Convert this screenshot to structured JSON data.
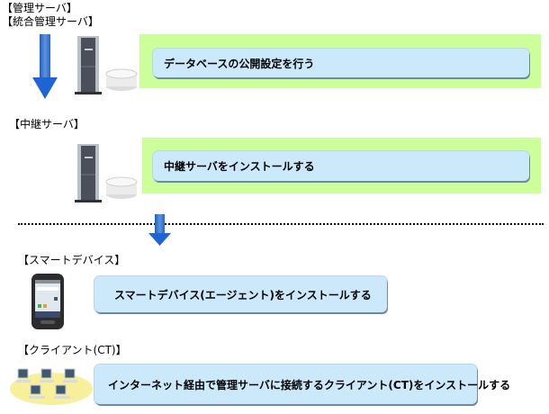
{
  "sections": [
    {
      "id": "management-server",
      "labels": [
        "【管理サーバ】",
        "【統合管理サーバ】"
      ],
      "icon": "server-with-database-icon",
      "step": "データベースの公開設定を行う"
    },
    {
      "id": "relay-server",
      "labels": [
        "【中継サーバ】"
      ],
      "icon": "server-with-database-icon",
      "step": "中継サーバをインストールする"
    },
    {
      "id": "smart-device",
      "labels": [
        "【スマートデバイス】"
      ],
      "icon": "smartphone-icon",
      "step": "スマートデバイス(エージェント)をインストールする"
    },
    {
      "id": "client",
      "labels": [
        "【クライアント(CT)】"
      ],
      "icon": "client-pcs-icon",
      "step": "インターネット経由で管理サーバに接続するクライアント(CT)をインストールする"
    }
  ],
  "colors": {
    "highlight_panel": "#ccff99",
    "step_box": "#cce9fb",
    "arrow": "#2f6fd0"
  }
}
